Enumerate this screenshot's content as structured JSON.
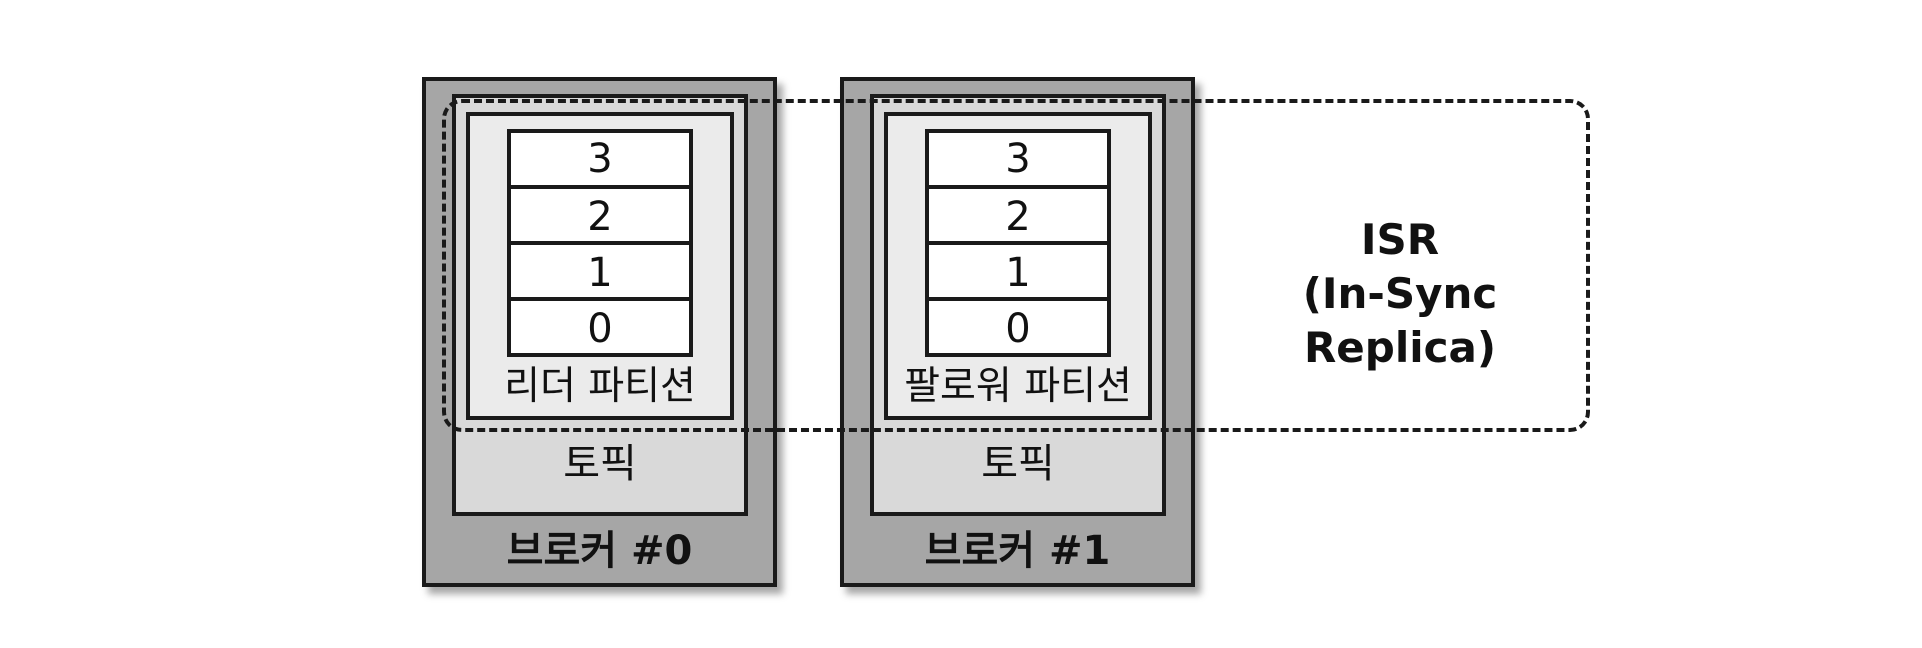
{
  "brokers": [
    {
      "label": "브로커 #0",
      "topic_label": "토픽",
      "partition_label": "리더 파티션",
      "offsets": [
        "3",
        "2",
        "1",
        "0"
      ]
    },
    {
      "label": "브로커 #1",
      "topic_label": "토픽",
      "partition_label": "팔로워 파티션",
      "offsets": [
        "3",
        "2",
        "1",
        "0"
      ]
    }
  ],
  "isr": {
    "title": "ISR",
    "subtitle": "(In-Sync Replica)"
  }
}
